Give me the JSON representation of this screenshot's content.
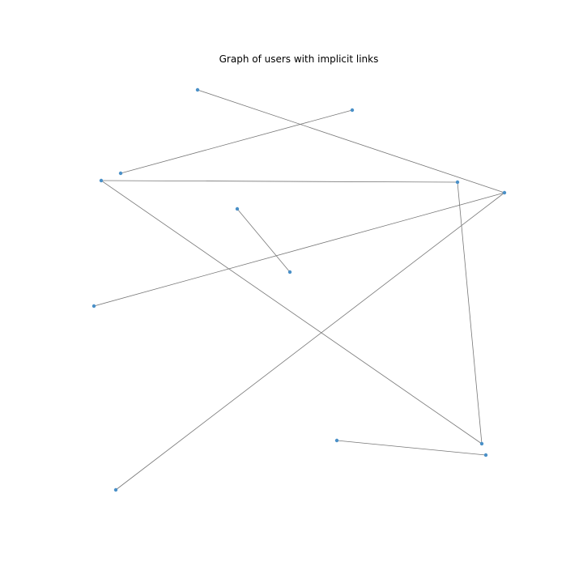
{
  "title": "Graph of users with implicit links",
  "colors": {
    "node": "#4a90c8",
    "edge": "#777777",
    "background": "#ffffff"
  },
  "graph": {
    "nodes": [
      "n1",
      "n2",
      "n3",
      "n4",
      "n5",
      "n6",
      "n7",
      "n8",
      "n9",
      "n10",
      "n11",
      "n12",
      "n13",
      "n14"
    ],
    "edges": [
      [
        "n1",
        "n14"
      ],
      [
        "n2",
        "n3"
      ],
      [
        "n4",
        "n5"
      ],
      [
        "n4",
        "n10"
      ],
      [
        "n5",
        "n11"
      ],
      [
        "n6",
        "n7"
      ],
      [
        "n8",
        "n14"
      ],
      [
        "n12",
        "n13"
      ],
      [
        "n9",
        "n14"
      ]
    ]
  }
}
